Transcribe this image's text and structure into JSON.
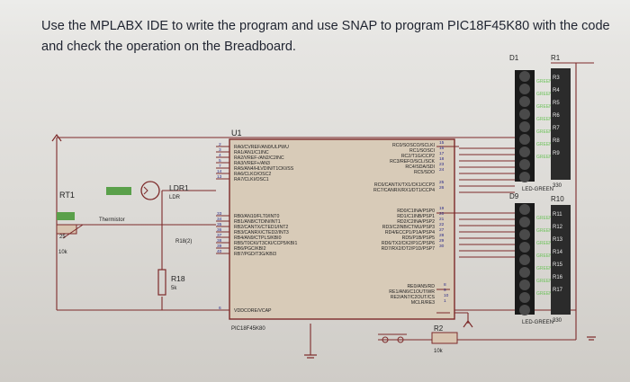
{
  "question": "Use the MPLABX IDE to write the program and use SNAP to program PIC18F45K80 with the code and check the operation on the Breadboard.",
  "schematic": {
    "mcu": {
      "ref": "U1",
      "part": "PIC18F45K80",
      "left_pins_top": [
        "RA0/CVREF/AN0/ULPWU",
        "RA1/AN1/C1INC",
        "RA2/VREF-/AN2/C2INC",
        "RA3/VREF+/AN3",
        "RA5/AN4/HLVDIN/T1CKI/SS",
        "RA6/CLKO/OSC2",
        "RA7/CLKI/OSC1"
      ],
      "left_pin_nums_top": [
        "2",
        "3",
        "4",
        "5",
        "7",
        "14",
        "13"
      ],
      "left_pins_bottom": [
        "RB0/AN10/FLT0/INT0",
        "RB1/AN8/CTDIN/INT1",
        "RB2/CANTX/CTED1/INT2",
        "RB3/CANRX/CTED2/INT3",
        "RB4/AN9/CTPLS/KBI0",
        "RB5/T0CKI/T3CKI/CCP5/KBI1",
        "RB6/PGC/KBI2",
        "RB7/PGD/T3G/KBI3"
      ],
      "left_pin_nums_bottom": [
        "33",
        "34",
        "35",
        "36",
        "37",
        "38",
        "39",
        "40"
      ],
      "right_pins_top": [
        "RC0/SOSCO/SCLKI",
        "RC1/SOSCI",
        "RC2/T1G/CCP2",
        "RC3/REFO/SCL/SCK",
        "RC4/SDA/SDI",
        "RC5/SDO",
        "RC6/CANTX/TX1/CK1/CCP3",
        "RC7/CANRX/RX1/DT1/CCP4"
      ],
      "right_pin_nums_top": [
        "15",
        "16",
        "17",
        "18",
        "23",
        "24",
        "25",
        "26"
      ],
      "right_pins_mid": [
        "RD0/C1INA/PSP0",
        "RD1/C1INB/PSP1",
        "RD2/C2INA/PSP2",
        "RD3/C2INB/CTMU/PSP3",
        "RD4/ECCP1/P1A/PSP4",
        "RD5/P1B/PSP5",
        "RD6/TX2/CK2/P1C/PSP6",
        "RD7/RX2/DT2/P1D/PSP7"
      ],
      "right_pin_nums_mid": [
        "19",
        "20",
        "21",
        "22",
        "27",
        "28",
        "29",
        "30"
      ],
      "right_pins_bottom": [
        "RE0/AN5/RD",
        "RE1/AN6/C1OUT/WR",
        "RE2/AN7/C2OUT/CS",
        "MCLR/RE3"
      ],
      "right_pin_nums_bottom": [
        "8",
        "9",
        "10",
        "1"
      ],
      "power_label": "VDDCORE/VCAP",
      "power_pin": "6"
    },
    "components": {
      "rt1": "RT1",
      "rt1_value": "10k",
      "rt1_type": "Thermistor",
      "rt1_temp": "25",
      "ldr1": "LDR1",
      "ldr1_type": "LDR",
      "ldr_resistor": "R18(2)",
      "r18": "R18",
      "r18_value": "5k",
      "d1": "D1",
      "r1": "R1",
      "d9": "D9",
      "r10": "R10",
      "r2": "R2",
      "r2_value": "10k",
      "led_color": "LED-GREEN",
      "res_value": "330",
      "green_tag": "GREEN",
      "r_labels_top": [
        "R3",
        "R4",
        "R5",
        "R6",
        "R7",
        "R8",
        "R9"
      ],
      "r_labels_bottom": [
        "R11",
        "R12",
        "R13",
        "R14",
        "R15",
        "R16",
        "R17"
      ]
    }
  }
}
